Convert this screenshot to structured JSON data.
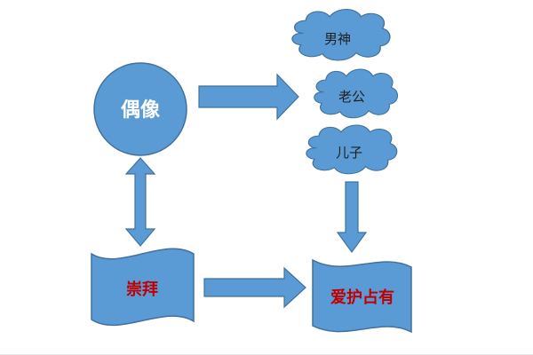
{
  "nodes": {
    "idol": "偶像",
    "boyfriend": "男神",
    "husband": "老公",
    "son": "儿子",
    "worship": "崇拜",
    "possess": "爱护占有"
  },
  "colors": {
    "fill": "#5b9bd5",
    "stroke": "#41719c",
    "white_text": "#ffffff",
    "dark_text": "#1f1f1f",
    "red_text": "#c00000"
  }
}
